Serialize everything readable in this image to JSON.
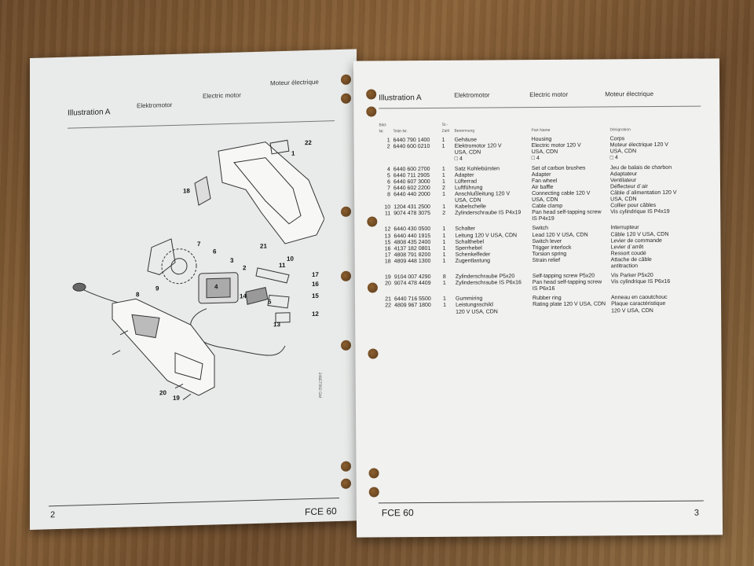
{
  "left_page": {
    "title": "Illustration A",
    "headers": [
      "Elektromotor",
      "Electric motor",
      "Moteur électrique"
    ],
    "page_number": "2",
    "model": "FCE 60",
    "side_code": "246ET002 GM",
    "callouts": [
      "1",
      "2",
      "3",
      "4",
      "5",
      "6",
      "7",
      "8",
      "9",
      "10",
      "11",
      "12",
      "13",
      "14",
      "15",
      "16",
      "17",
      "18",
      "19",
      "20",
      "21",
      "22"
    ]
  },
  "right_page": {
    "title": "Illustration A",
    "headers": [
      "Elektromotor",
      "Electric motor",
      "Moteur électrique"
    ],
    "columns": [
      "Bild-Nr.",
      "Teile-Nr.",
      "St.-Zahl",
      "Benennung",
      "Part Name",
      "Désignation"
    ],
    "rows": [
      {
        "pos": "1",
        "num": "6440 790 1400",
        "qty": "1",
        "de": "Gehäuse",
        "en": "Housing",
        "fr": "Corps",
        "gap": false
      },
      {
        "pos": "2",
        "num": "6440 600 0210",
        "qty": "1",
        "de": "Elektromotor 120 V",
        "en": "Electric motor 120 V",
        "fr": "Moteur électrique 120 V",
        "gap": false
      },
      {
        "pos": "",
        "num": "",
        "qty": "",
        "de": "USA, CDN",
        "en": "USA, CDN",
        "fr": "USA, CDN",
        "gap": false
      },
      {
        "pos": "",
        "num": "",
        "qty": "",
        "de": "□ 4",
        "en": "□ 4",
        "fr": "□ 4",
        "gap": false
      },
      {
        "pos": "4",
        "num": "6440 600 2700",
        "qty": "1",
        "de": "Satz Kohlebürsten",
        "en": "Set of carbon brushes",
        "fr": "Jeu de balais de charbon",
        "gap": true
      },
      {
        "pos": "5",
        "num": "6440 711 2905",
        "qty": "1",
        "de": "Adapter",
        "en": "Adapter",
        "fr": "Adaptateur",
        "gap": false
      },
      {
        "pos": "6",
        "num": "6440 607 3000",
        "qty": "1",
        "de": "Lüfterrad",
        "en": "Fan wheel",
        "fr": "Ventilateur",
        "gap": false
      },
      {
        "pos": "7",
        "num": "6440 602 2200",
        "qty": "2",
        "de": "Luftführung",
        "en": "Air baffle",
        "fr": "Déflecteur d´air",
        "gap": false
      },
      {
        "pos": "8",
        "num": "6440 440 2000",
        "qty": "1",
        "de": "Anschlußleitung 120 V",
        "en": "Connecting cable 120 V",
        "fr": "Câble d´alimentation 120 V",
        "gap": false
      },
      {
        "pos": "",
        "num": "",
        "qty": "",
        "de": "USA, CDN",
        "en": "USA, CDN",
        "fr": "USA, CDN",
        "gap": false
      },
      {
        "pos": "10",
        "num": "1204 431 2500",
        "qty": "1",
        "de": "Kabelschelle",
        "en": "Cable clamp",
        "fr": "Collier pour câbles",
        "gap": false
      },
      {
        "pos": "11",
        "num": "9074 478 3075",
        "qty": "2",
        "de": "Zylinderschraube IS P4x19",
        "en": "Pan head self-tapping screw",
        "fr": "Vis cylindrique IS P4x19",
        "gap": false
      },
      {
        "pos": "",
        "num": "",
        "qty": "",
        "de": "",
        "en": "IS P4x19",
        "fr": "",
        "gap": false
      },
      {
        "pos": "12",
        "num": "6440 430 0500",
        "qty": "1",
        "de": "Schalter",
        "en": "Switch",
        "fr": "Interrupteur",
        "gap": true
      },
      {
        "pos": "13",
        "num": "6440 440 1915",
        "qty": "1",
        "de": "Leitung 120 V USA, CDN",
        "en": "Lead 120 V USA, CDN",
        "fr": "Câble 120 V USA, CDN",
        "gap": false
      },
      {
        "pos": "15",
        "num": "4808 435 2400",
        "qty": "1",
        "de": "Schalthebel",
        "en": "Switch lever",
        "fr": "Levier de commande",
        "gap": false
      },
      {
        "pos": "16",
        "num": "4137 182 0801",
        "qty": "1",
        "de": "Sperrhebel",
        "en": "Trigger interlock",
        "fr": "Levier d´arrêt",
        "gap": false
      },
      {
        "pos": "17",
        "num": "4808 791 8200",
        "qty": "1",
        "de": "Schenkelfeder",
        "en": "Torsion spring",
        "fr": "Ressort coudé",
        "gap": false
      },
      {
        "pos": "18",
        "num": "4809 448 1300",
        "qty": "1",
        "de": "Zugentlastung",
        "en": "Strain relief",
        "fr": "Attache de câble",
        "gap": false
      },
      {
        "pos": "",
        "num": "",
        "qty": "",
        "de": "",
        "en": "",
        "fr": "antitraction",
        "gap": false
      },
      {
        "pos": "19",
        "num": "9104 007 4290",
        "qty": "8",
        "de": "Zylinderschraube P5x20",
        "en": "Self-tapping screw P5x20",
        "fr": "Vis Parker P5x20",
        "gap": true
      },
      {
        "pos": "20",
        "num": "9074 478 4409",
        "qty": "1",
        "de": "Zylinderschraube IS P6x16",
        "en": "Pan head self-tapping screw",
        "fr": "Vis cylindrique IS P6x16",
        "gap": false
      },
      {
        "pos": "",
        "num": "",
        "qty": "",
        "de": "",
        "en": "IS P6x16",
        "fr": "",
        "gap": false
      },
      {
        "pos": "21",
        "num": "6440 716 5500",
        "qty": "1",
        "de": "Gummiring",
        "en": "Rubber ring",
        "fr": "Anneau en caoutchouc",
        "gap": true
      },
      {
        "pos": "22",
        "num": "4809 967 1800",
        "qty": "1",
        "de": "Leistungsschild",
        "en": "Rating plate 120 V USA, CDN",
        "fr": "Plaque caractéristique",
        "gap": false
      },
      {
        "pos": "",
        "num": "",
        "qty": "",
        "de": "120 V USA, CDN",
        "en": "",
        "fr": "120 V USA, CDN",
        "gap": false
      }
    ],
    "model": "FCE 60",
    "page_number": "3"
  }
}
